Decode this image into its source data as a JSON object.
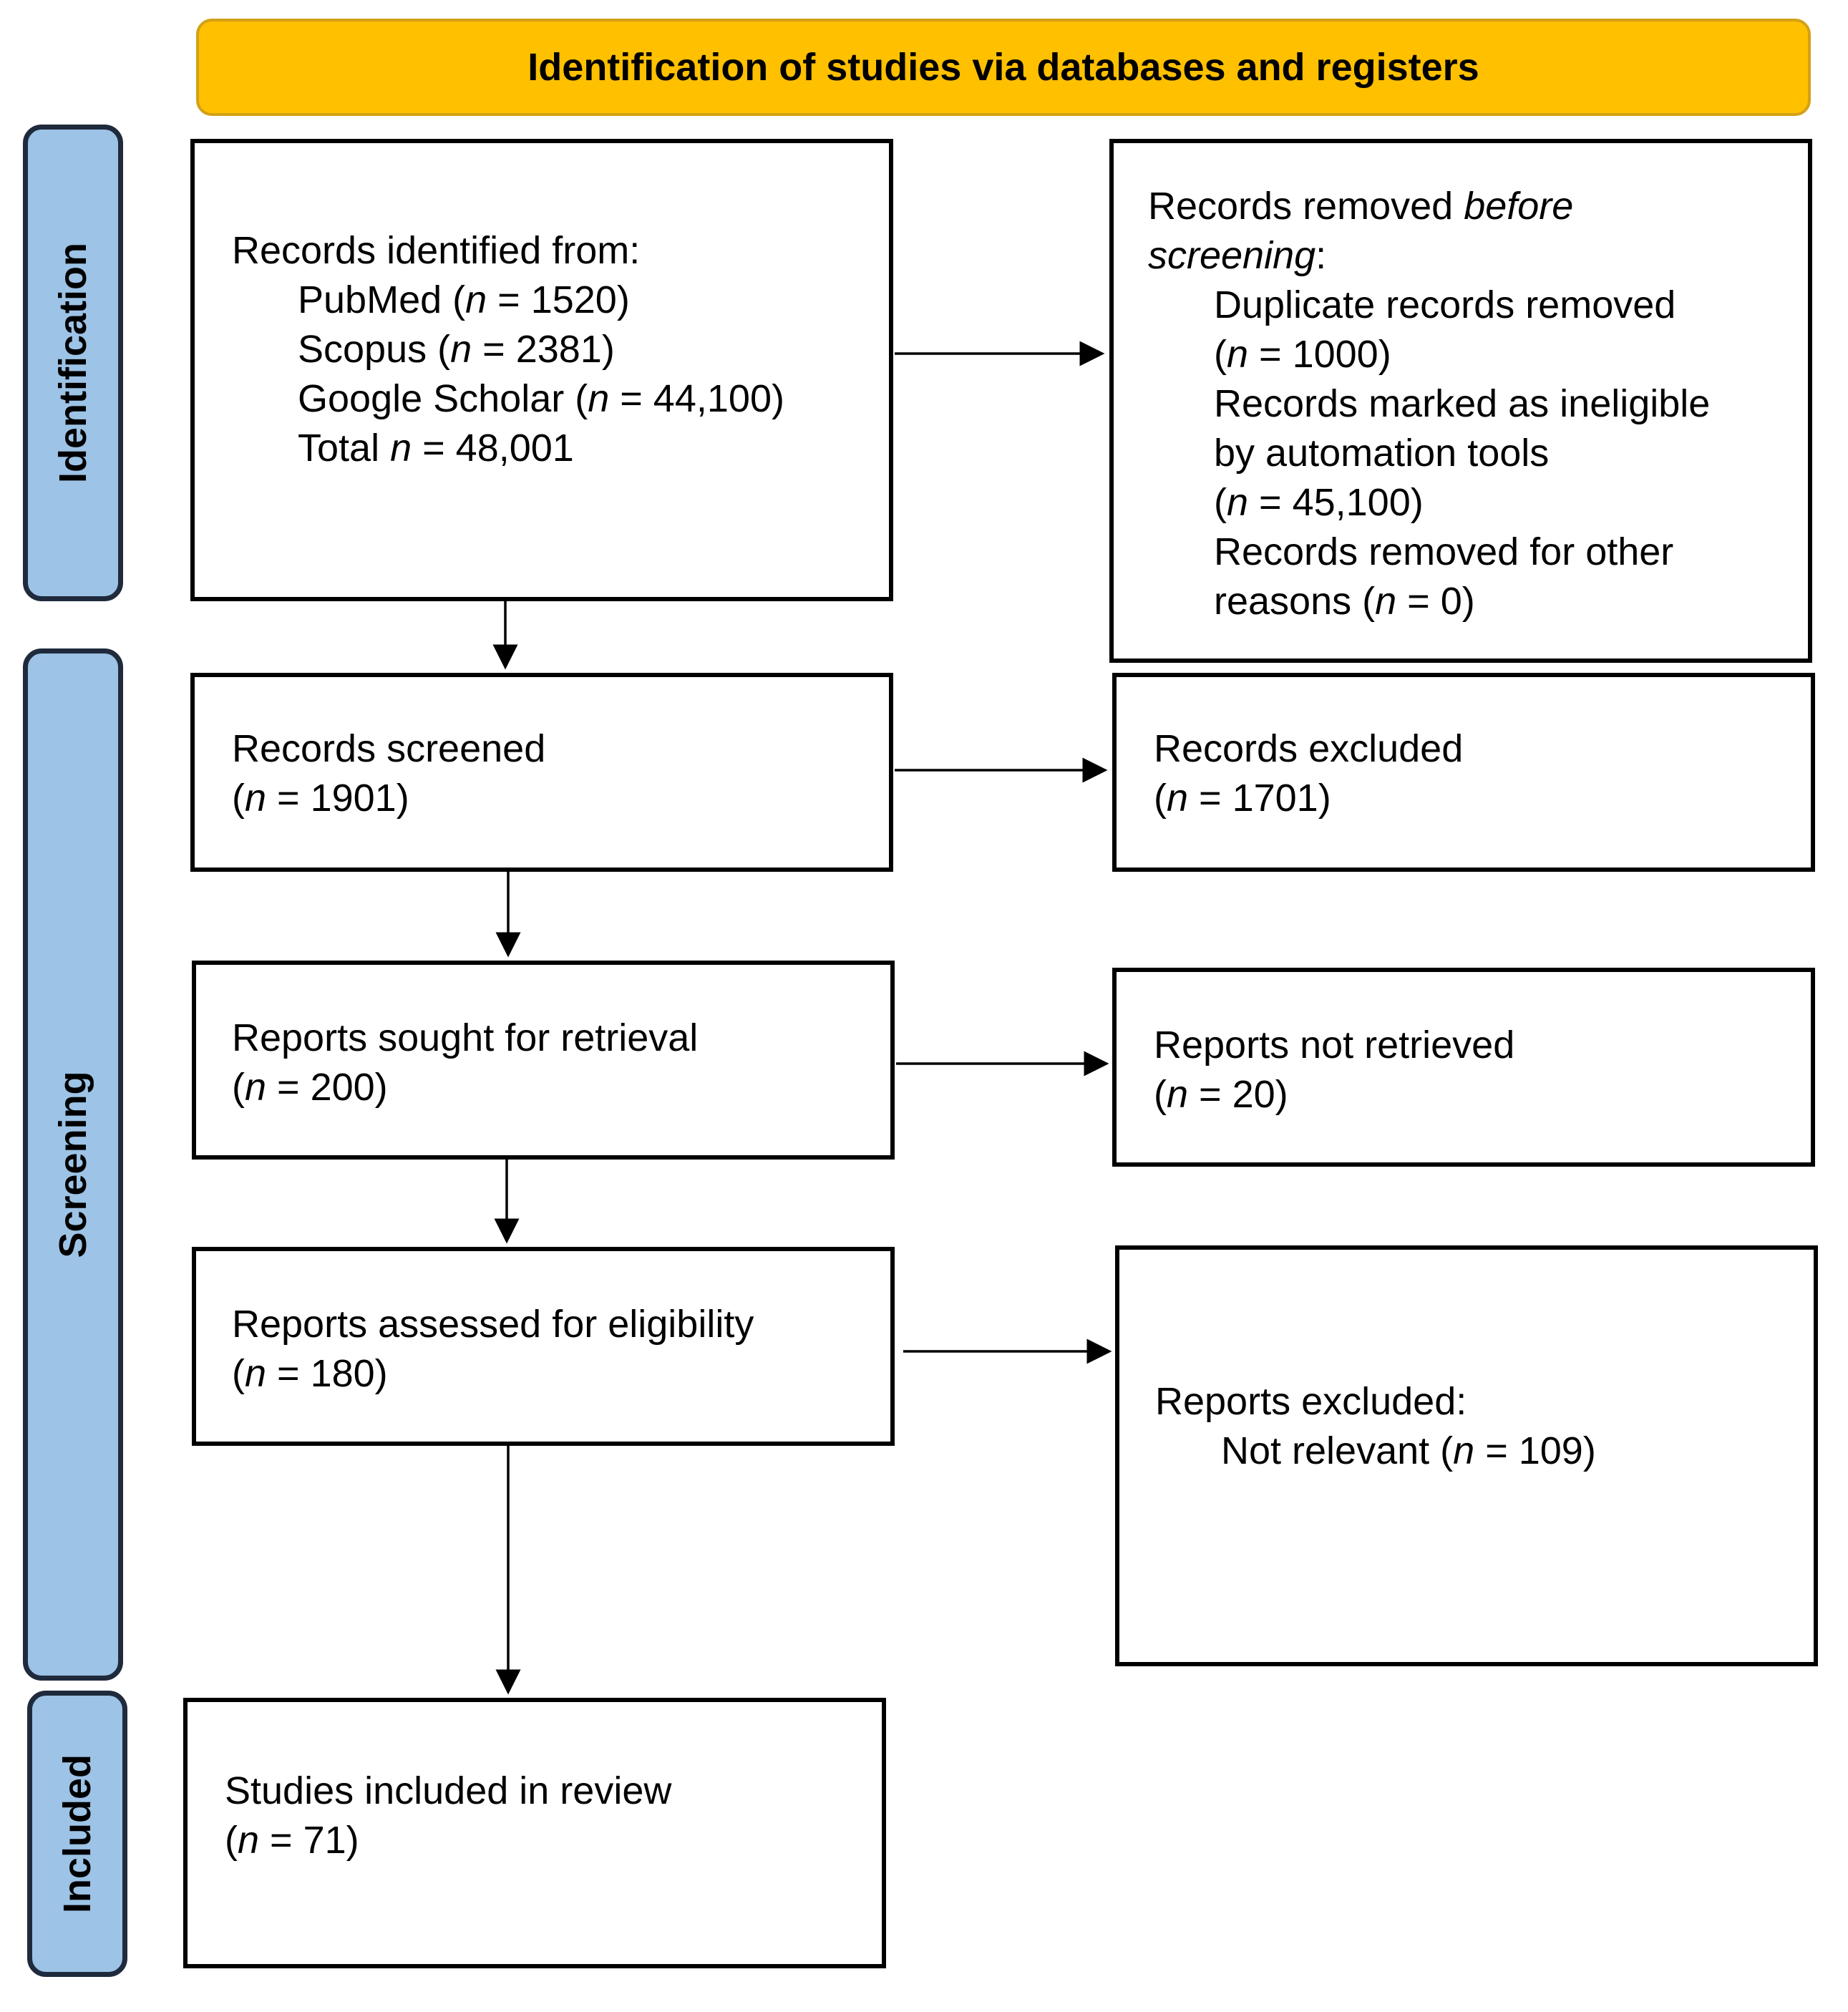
{
  "header": {
    "title": "Identification of studies via databases and registers"
  },
  "phases": {
    "identification": "Identification",
    "screening": "Screening",
    "included": "Included"
  },
  "identified": {
    "heading": "Records identified from:",
    "pubmed_label": "PubMed (",
    "pubmed_n": "n",
    "pubmed_value": " = 1520)",
    "scopus_label": "Scopus (",
    "scopus_n": "n",
    "scopus_value": " = 2381)",
    "scholar_label": "Google Scholar (",
    "scholar_n": "n",
    "scholar_value": " = 44,100)",
    "total_label": "Total ",
    "total_n": "n",
    "total_value": " = 48,001"
  },
  "removed": {
    "heading_a": "Records removed ",
    "heading_b": "before",
    "heading_c": "screening",
    "heading_d": ":",
    "dup_label": "Duplicate records removed",
    "dup_open": "(",
    "dup_n": "n",
    "dup_value": " = 1000)",
    "auto_label_1": "Records marked as ineligible",
    "auto_label_2": "by automation tools",
    "auto_open": "(",
    "auto_n": "n",
    "auto_value": " = 45,100)",
    "other_label": "Records removed for other",
    "other_prefix": "reasons (",
    "other_n": "n",
    "other_value": " = 0)"
  },
  "screened": {
    "label": "Records screened",
    "open": "(",
    "n": "n",
    "value": " = 1901)"
  },
  "excluded": {
    "label": "Records excluded",
    "open": "(",
    "n": "n",
    "value": " = 1701)"
  },
  "sought": {
    "label": "Reports sought for retrieval",
    "open": "(",
    "n": "n",
    "value": " = 200)"
  },
  "not_retrieved": {
    "label": "Reports not retrieved",
    "open": "(",
    "n": "n",
    "value": " = 20)"
  },
  "assessed": {
    "label": "Reports assessed for eligibility",
    "open": "(",
    "n": "n",
    "value": " = 180)"
  },
  "reports_excluded": {
    "heading": "Reports excluded:",
    "reason_label": "Not relevant (",
    "reason_n": "n",
    "reason_value": " = 109)"
  },
  "included": {
    "label": "Studies included in review",
    "open": "(",
    "n": "n",
    "value": " = 71)"
  }
}
